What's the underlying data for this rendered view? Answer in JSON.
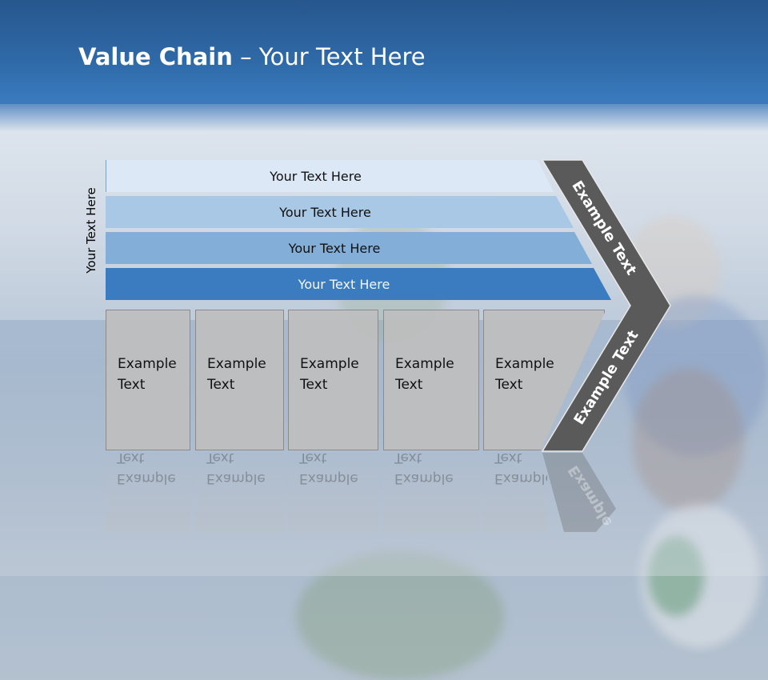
{
  "title": {
    "bold": "Value Chain",
    "rest": " – Your Text Here"
  },
  "vertical_label": "Your Text Here",
  "bars": [
    {
      "label": "Your Text Here"
    },
    {
      "label": "Your Text Here"
    },
    {
      "label": "Your Text Here"
    },
    {
      "label": "Your Text Here"
    }
  ],
  "boxes": [
    {
      "line1": "Example",
      "line2": "Text"
    },
    {
      "line1": "Example",
      "line2": "Text"
    },
    {
      "line1": "Example",
      "line2": "Text"
    },
    {
      "line1": "Example",
      "line2": "Text"
    },
    {
      "line1": "Example",
      "line2": "Text"
    }
  ],
  "chevron": {
    "upper": "Example Text",
    "lower": "Example Text",
    "reflection": "Example"
  },
  "colors": {
    "header": "#2f6aa8",
    "bar1": "#dce8f5",
    "bar2": "#a9c8e6",
    "bar3": "#82aed8",
    "bar4": "#3b7cc0",
    "box": "#bebebe",
    "chevron": "#555555"
  }
}
